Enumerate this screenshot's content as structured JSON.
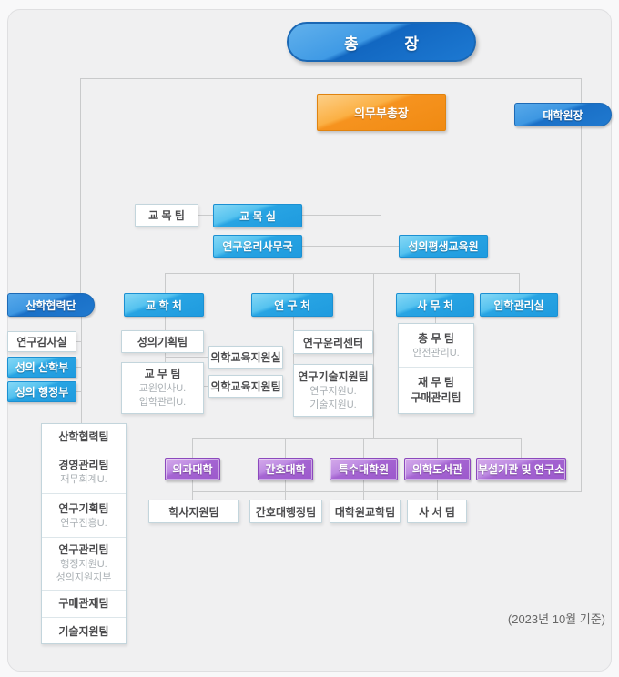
{
  "caption": "(2023년 10월 기준)",
  "colors": {
    "main_blue": "#1d79d2",
    "light_blue": "#28a4e3",
    "deep_blue": "#2079cf",
    "orange": "#f6931f",
    "purple": "#a565d2",
    "connector": "#c9cacb",
    "panel_bg": "#f0f0f1"
  },
  "nodes": {
    "president": "총 장",
    "vice_president_medical": "의무부총장",
    "graduate_dean": "대학원장",
    "chaplain_team": "교 목 팀",
    "chaplain_office": "교 목 실",
    "research_ethics_bureau": "연구윤리사무국",
    "lifelong_education": "성의평생교육원",
    "industry_cooperation": "산학협력단",
    "academic_affairs": "교 학 처",
    "research_affairs": "연 구 처",
    "general_affairs": "사 무 처",
    "admissions_office": "입학관리실",
    "research_audit": "연구감사실",
    "seongui_industry": "성의 산학부",
    "seongui_admin": "성의 행정부",
    "seongui_planning": "성의기획팀",
    "med_edu_office": "의학교육지원실",
    "med_edu_team": "의학교육지원팀",
    "research_ethics_center": "연구윤리센터"
  },
  "academic_team": {
    "title": "교 무 팀",
    "subs": [
      "교원인사U.",
      "입학관리U."
    ]
  },
  "research_tech_team": {
    "title": "연구기술지원팀",
    "subs": [
      "연구지원U.",
      "기술지원U."
    ]
  },
  "general_affairs_teams": [
    {
      "title": "총 무 팀",
      "subs": [
        "안전관리U."
      ]
    },
    {
      "title": "재 무 팀",
      "subs2": [
        "구매관리팀"
      ]
    }
  ],
  "industry_column": [
    {
      "title": "산학협력팀",
      "subs": []
    },
    {
      "title": "경영관리팀",
      "subs": [
        "재무회계U."
      ]
    },
    {
      "title": "연구기획팀",
      "subs": [
        "연구진흥U."
      ]
    },
    {
      "title": "연구관리팀",
      "subs": [
        "행정지원U.",
        "성의지원지부"
      ]
    },
    {
      "title": "구매관재팀",
      "subs": []
    },
    {
      "title": "기술지원팀",
      "subs": []
    }
  ],
  "colleges": [
    "의과대학",
    "간호대학",
    "특수대학원",
    "의학도서관",
    "부설기관 및 연구소"
  ],
  "college_teams": [
    "학사지원팀",
    "간호대행정팀",
    "대학원교학팀",
    "사 서 팀"
  ]
}
